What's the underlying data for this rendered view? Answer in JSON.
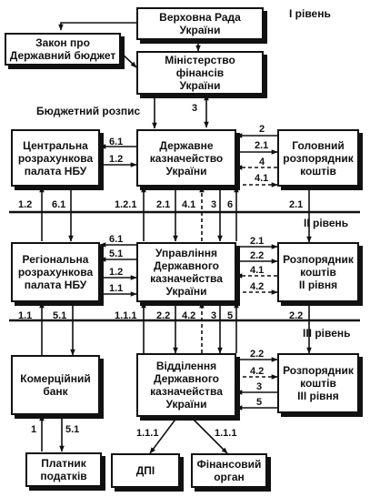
{
  "levels": [
    "І рівень",
    "ІІ рівень",
    "ІІІ рівень"
  ],
  "boxes": {
    "verkhovna_rada": "Верховна Рада\nУкраїни",
    "zakon": "Закон про\nДержавний бюджет",
    "minfin": "Міністерство\nфінансів\nУкраїни",
    "tsentr_palata": "Центральна\nрозрахункова\nпалата НБУ",
    "derzh_kaznach": "Державне\nказначейство\nУкраїни",
    "holovnyi_rozp": "Головний\nрозпорядник\nкоштів",
    "region_palata": "Регіональна\nрозрахункова\nпалата НБУ",
    "upravlinnia": "Управління\nДержавного\nказначейства\nУкраїни",
    "rozp_2": "Розпорядник\nкоштів\nІІ рівня",
    "komerc_bank": "Комерційний\nбанк",
    "viddilennia": "Відділення\nДержавного\nказначейства\nУкраїни",
    "rozp_3": "Розпорядник\nкоштів\nІІІ рівня",
    "platnyk": "Платник\nподатків",
    "dpi": "ДПІ",
    "fin_organ": "Фінансовий\nорган"
  },
  "budget_label": "Бюджетний розпис",
  "labels": {
    "l3_top": "3",
    "l6_1_a": "6.1",
    "l1_2_a": "1.2",
    "l2_a": "2",
    "l2_1_a": "2.1",
    "l4_a": "4",
    "l4_1_a": "4.1",
    "l1_2_b": "1.2",
    "l6_1_b": "6.1",
    "l1_2_1": "1.2.1",
    "l2_1_b": "2.1",
    "l4_1_b": "4.1",
    "l3_b": "3",
    "l6_b": "6",
    "l2_1_c": "2.1",
    "l6_1_c": "6.1",
    "l5_1_c": "5.1",
    "l1_2_c": "1.2",
    "l1_1_c": "1.1",
    "l2_1_d": "2.1",
    "l2_2_d": "2.2",
    "l4_1_d": "4.1",
    "l4_2_d": "4.2",
    "l1_1_e": "1.1",
    "l5_1_e": "5.1",
    "l1_1_1": "1.1.1",
    "l2_2_e": "2.2",
    "l4_2_e": "4.2",
    "l3_e": "3",
    "l5_e": "5",
    "l2_2_f": "2.2",
    "l2_2_g": "2.2",
    "l4_2_g": "4.2",
    "l3_g": "3",
    "l5_g": "5",
    "l1_h": "1",
    "l5_1_h": "5.1",
    "l1_1_1_a": "1.1.1",
    "l1_1_1_b": "1.1.1"
  }
}
